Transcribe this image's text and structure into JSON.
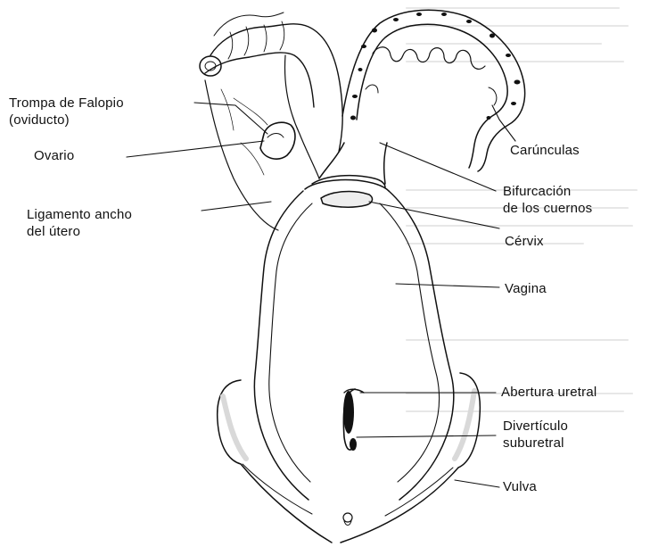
{
  "labels": {
    "trompa": {
      "line1": "Trompa de Falopio",
      "line2": "(oviducto)"
    },
    "ovario": "Ovario",
    "ligamento": {
      "line1": "Ligamento ancho",
      "line2": "del útero"
    },
    "caranculas": "Carúnculas",
    "bifurcacion": {
      "line1": "Bifurcación",
      "line2": "de los cuernos"
    },
    "cervix": "Cérvix",
    "vagina": "Vagina",
    "abertura": "Abertura uretral",
    "diverticulo": {
      "line1": "Divertículo",
      "line2": "suburetral"
    },
    "vulva": "Vulva"
  },
  "colors": {
    "ink": "#111111",
    "shade": "#d9d9d9",
    "paper": "#ffffff"
  }
}
